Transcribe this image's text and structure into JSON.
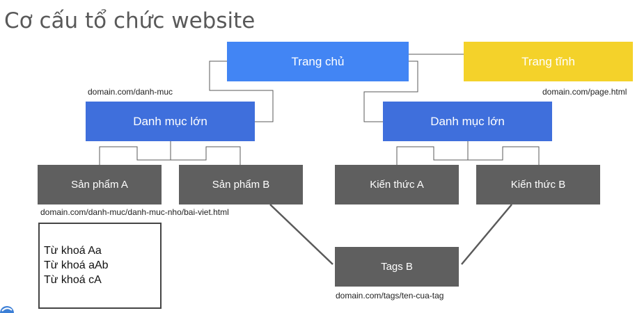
{
  "title": "Cơ cấu tổ chức website",
  "nodes": {
    "home": "Trang chủ",
    "static_page": "Trang tĩnh",
    "category_left": "Danh mục lớn",
    "category_right": "Danh mục lớn",
    "product_a": "Sản phẩm A",
    "product_b": "Sản phẩm B",
    "knowledge_a": "Kiến thức A",
    "knowledge_b": "Kiến thức B",
    "tags": "Tags B"
  },
  "urls": {
    "category": "domain.com/danh-muc",
    "static_page": "domain.com/page.html",
    "article": "domain.com/danh-muc/danh-muc-nho/bai-viet.html",
    "tags": "domain.com/tags/ten-cua-tag"
  },
  "keywords": [
    "Từ khoá Aa",
    "Từ khoá aAb",
    "Từ khoá cA"
  ],
  "colors": {
    "home": "#4285f4",
    "category": "#3f6fdc",
    "static_page": "#f4d22a",
    "leaf": "#5f5f5f"
  }
}
